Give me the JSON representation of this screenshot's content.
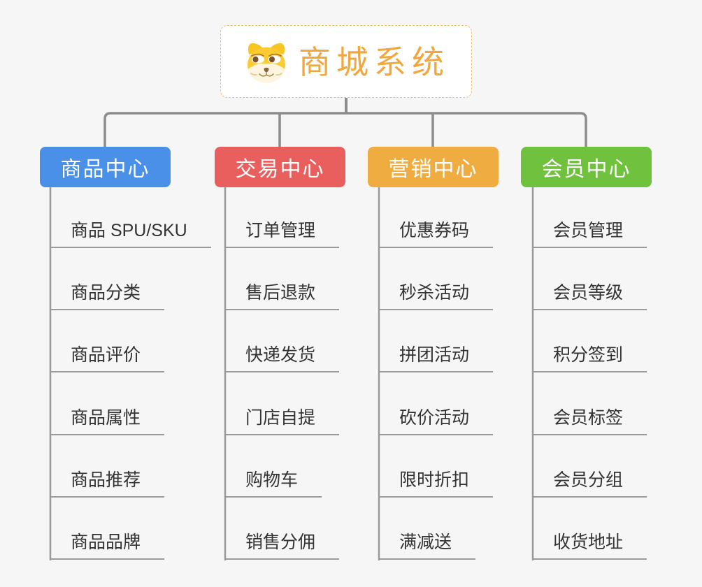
{
  "root": {
    "title": "商城系统",
    "icon": "dog-face-icon"
  },
  "branches": [
    {
      "label": "商品中心",
      "color": "#4a90e8",
      "children": [
        "商品 SPU/SKU",
        "商品分类",
        "商品评价",
        "商品属性",
        "商品推荐",
        "商品品牌"
      ]
    },
    {
      "label": "交易中心",
      "color": "#e85f5d",
      "children": [
        "订单管理",
        "售后退款",
        "快递发货",
        "门店自提",
        "购物车",
        "销售分佣"
      ]
    },
    {
      "label": "营销中心",
      "color": "#efad41",
      "children": [
        "优惠券码",
        "秒杀活动",
        "拼团活动",
        "砍价活动",
        "限时折扣",
        "满减送"
      ]
    },
    {
      "label": "会员中心",
      "color": "#70c13d",
      "children": [
        "会员管理",
        "会员等级",
        "积分签到",
        "会员标签",
        "会员分组",
        "收货地址"
      ]
    }
  ],
  "colors": {
    "background": "#f5f6f5",
    "root_border": "#efbd6e",
    "root_title": "#f0a73e",
    "connector": "#8c8c8c",
    "trunk_line": "#9a9a9a",
    "leaf_text": "#333333"
  }
}
